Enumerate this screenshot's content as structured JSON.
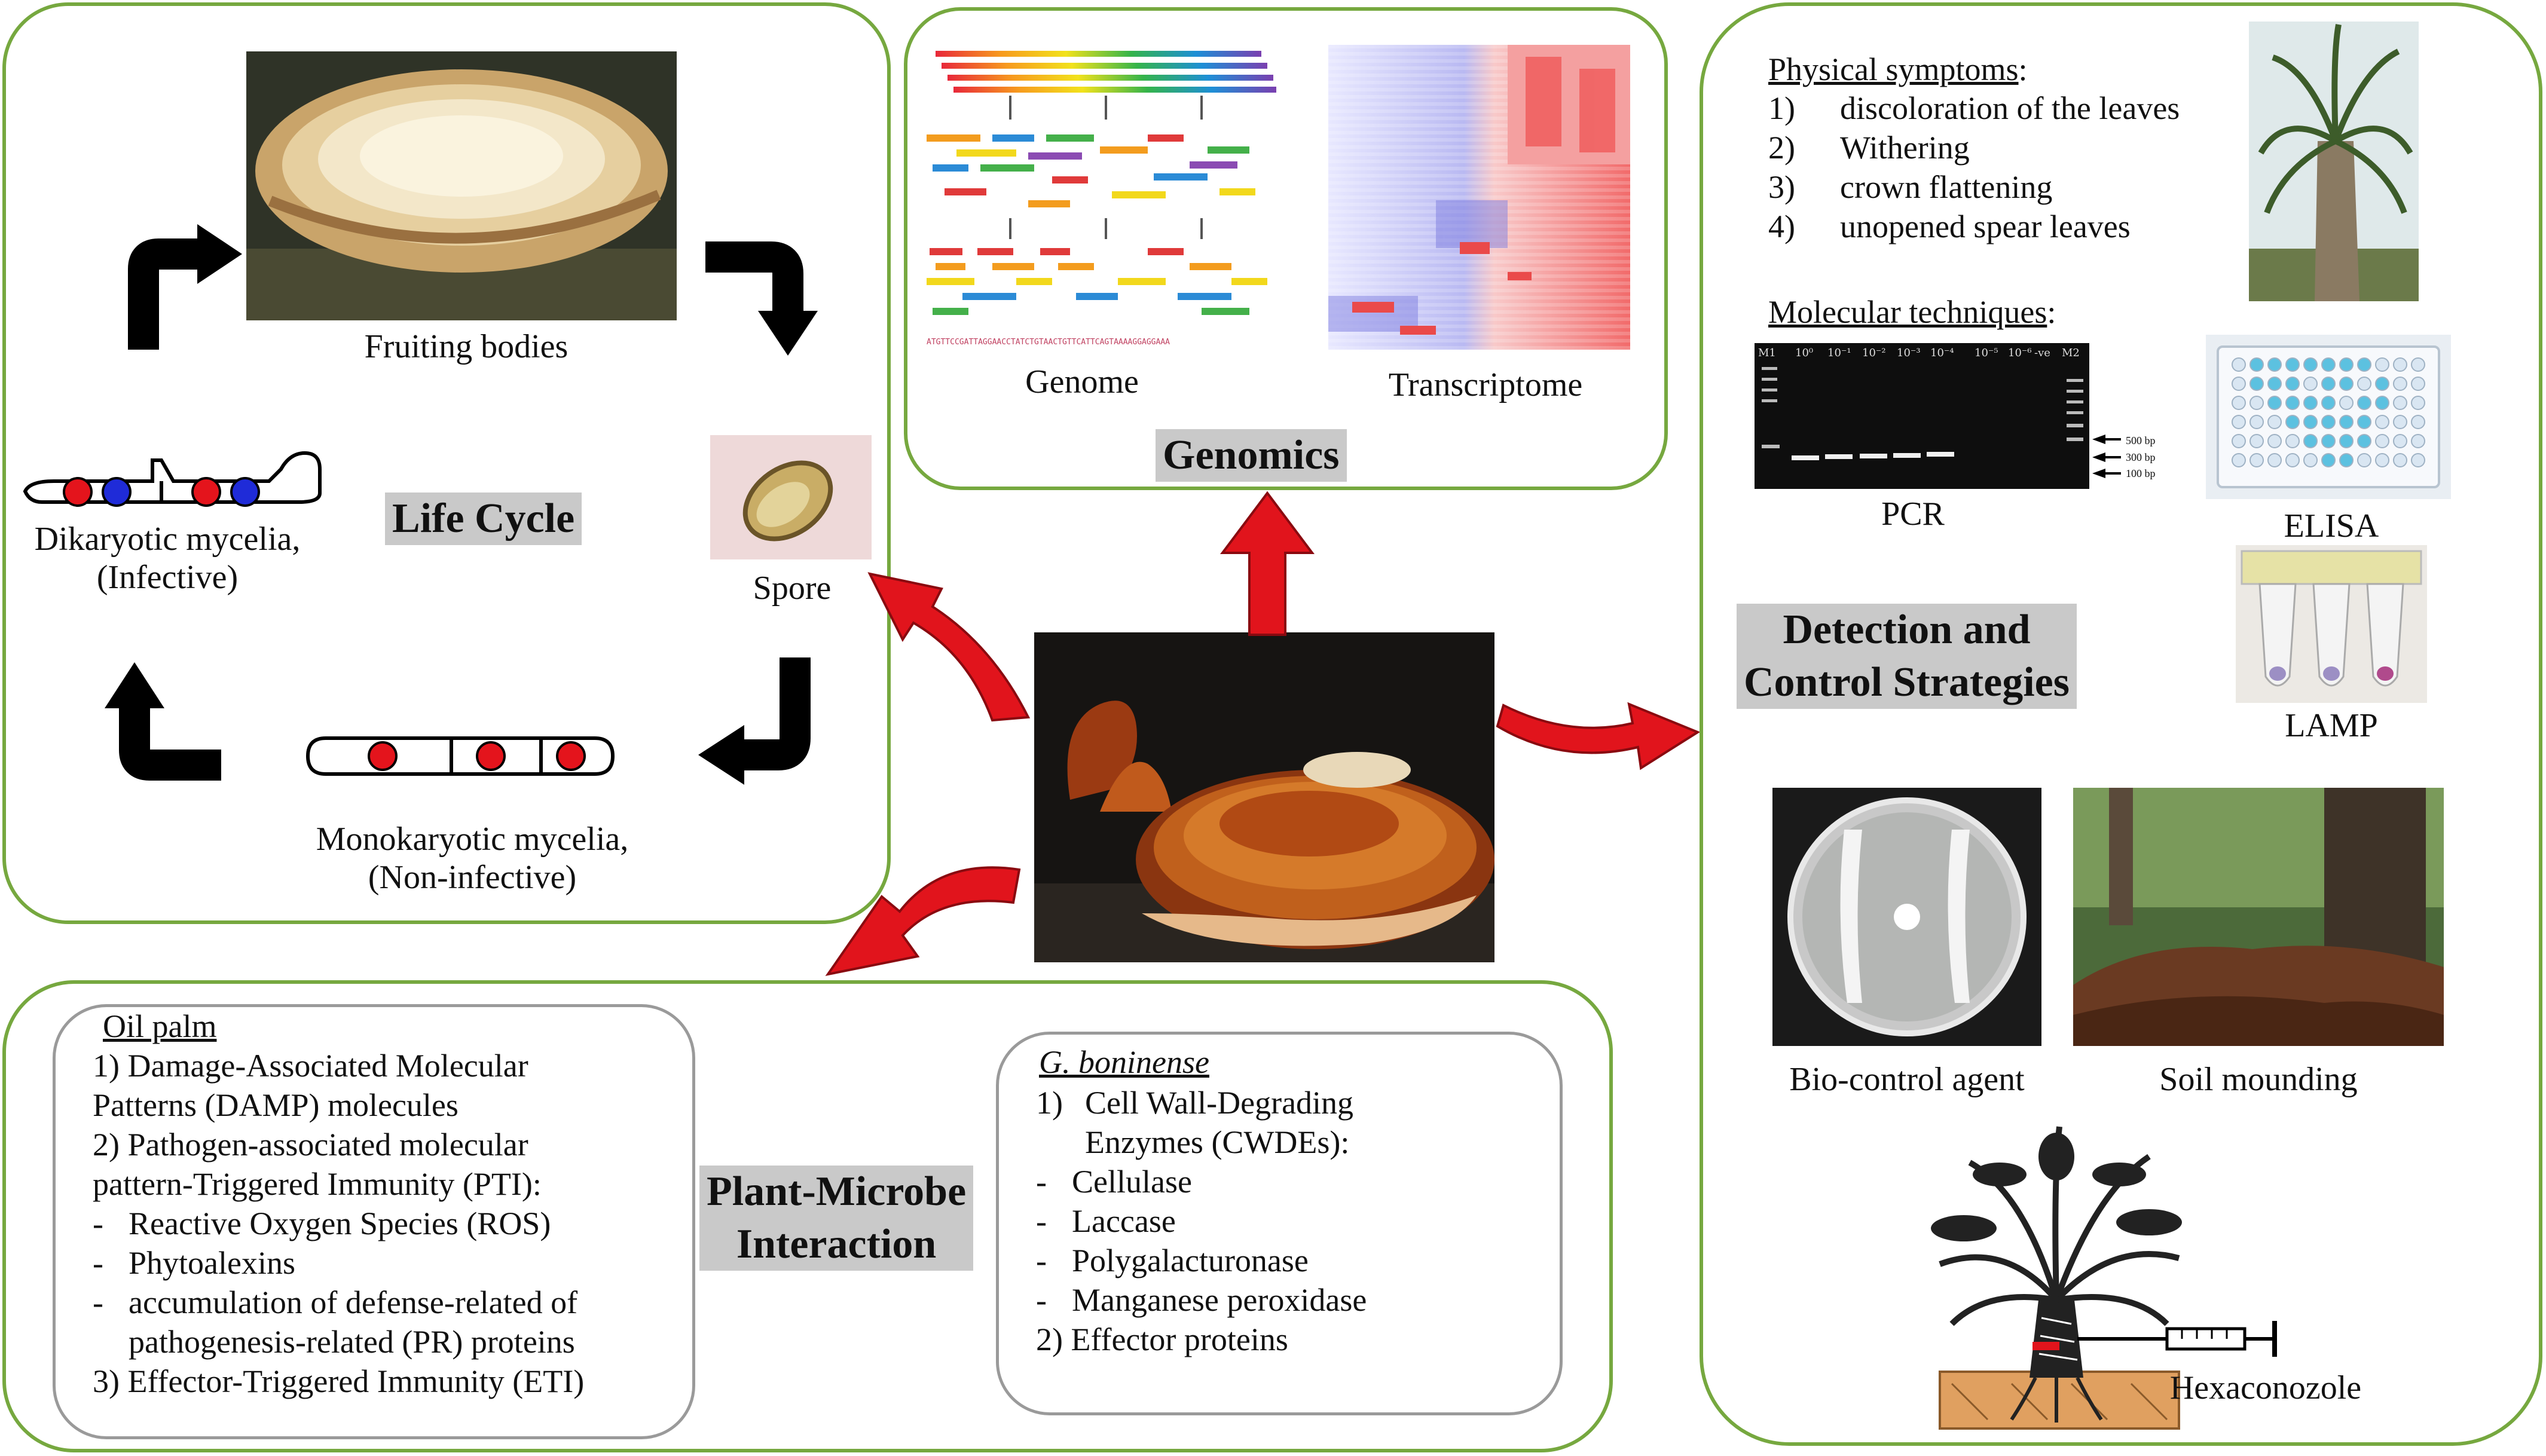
{
  "life_cycle": {
    "title": "Life Cycle",
    "fruiting_bodies": "Fruiting bodies",
    "spore": "Spore",
    "monokaryotic_line1": "Monokaryotic mycelia,",
    "monokaryotic_line2": "(Non-infective)",
    "dikaryotic_line1": "Dikaryotic mycelia,",
    "dikaryotic_line2": "(Infective)"
  },
  "genomics": {
    "title": "Genomics",
    "genome": "Genome",
    "transcriptome": "Transcriptome",
    "sequence": "ATGTTCCGATTAGGAACCTATCTGTAACTGTTCATTCAGTAAAAGGAGGAAA"
  },
  "detection": {
    "title_line1": "Detection and",
    "title_line2": "Control Strategies",
    "physical_heading": "Physical symptoms",
    "symptoms": [
      {
        "num": "1)",
        "text": "discoloration of the leaves"
      },
      {
        "num": "2)",
        "text": "Withering"
      },
      {
        "num": "3)",
        "text": "crown flattening"
      },
      {
        "num": "4)",
        "text": "unopened spear leaves"
      }
    ],
    "molecular_heading": "Molecular techniques",
    "pcr": "PCR",
    "elisa": "ELISA",
    "lamp": "LAMP",
    "biocontrol": "Bio-control agent",
    "soil_mounding": "Soil mounding",
    "hexaconozole": "Hexaconozole",
    "gel_lanes": [
      "M1",
      "10⁰",
      "10⁻¹",
      "10⁻²",
      "10⁻³",
      "10⁻⁴",
      "10⁻⁵",
      "10⁻⁶",
      "-ve",
      "M2"
    ],
    "gel_markers": [
      "500 bp",
      "300 bp",
      "100 bp"
    ]
  },
  "interaction": {
    "title_line1": "Plant-Microbe",
    "title_line2": "Interaction",
    "oil_palm": {
      "heading": "Oil palm",
      "lines": [
        "1) Damage-Associated Molecular",
        "Patterns (DAMP) molecules",
        "2) Pathogen-associated molecular",
        "pattern-Triggered Immunity (PTI):"
      ],
      "bullets": [
        "Reactive Oxygen Species (ROS)",
        "Phytoalexins",
        "accumulation of defense-related of",
        "pathogenesis-related (PR) proteins"
      ],
      "last": "3) Effector-Triggered Immunity (ETI)"
    },
    "g_boninense": {
      "heading": "G. boninense",
      "item1_num": "1)",
      "item1_line1": "Cell Wall-Degrading",
      "item1_line2": "Enzymes (CWDEs):",
      "bullets": [
        "Cellulase",
        "Laccase",
        "Polygalacturonase",
        "Manganese peroxidase"
      ],
      "last": "2) Effector proteins"
    }
  },
  "colors": {
    "panel_border": "#76a83f",
    "inner_border": "#9a9a9a",
    "heading_bg": "#c9c9c9",
    "arrow_red": "#e1141c",
    "nucleus_red": "#e4141c",
    "nucleus_blue": "#1f2bd8"
  }
}
